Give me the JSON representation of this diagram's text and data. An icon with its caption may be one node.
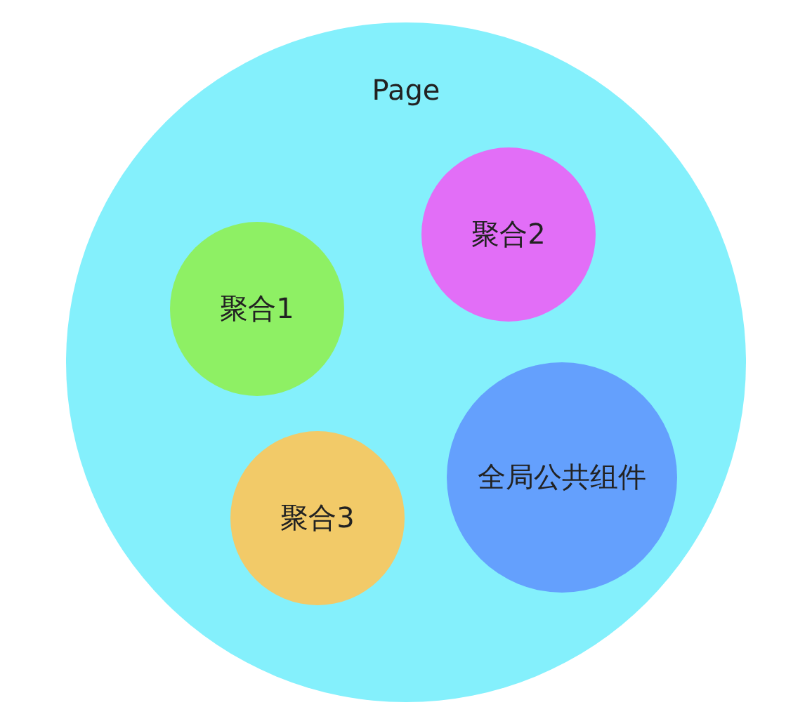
{
  "diagram": {
    "nodes": [
      {
        "text": [
          "Page"
        ]
      },
      {
        "text": [
          "聚合2"
        ],
        "in": 0
      },
      {
        "text": [
          "聚合1"
        ],
        "in": 0
      },
      {
        "text": [
          "聚合3"
        ],
        "in": 0
      },
      {
        "text": [
          "全局公共组件"
        ],
        "in": 0
      }
    ]
  }
}
